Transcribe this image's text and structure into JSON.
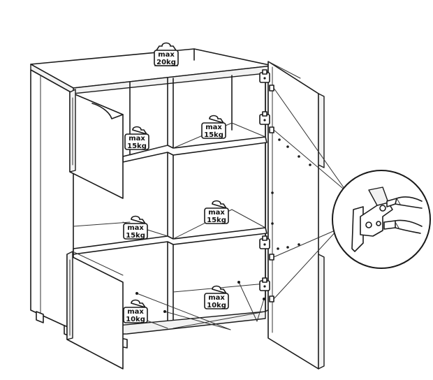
{
  "weight_labels": [
    {
      "id": "top",
      "line1": "max",
      "line2": "20kg"
    },
    {
      "id": "left-upper",
      "line1": "max",
      "line2": "15kg"
    },
    {
      "id": "right-upper",
      "line1": "max",
      "line2": "15kg"
    },
    {
      "id": "left-middle",
      "line1": "max",
      "line2": "15kg"
    },
    {
      "id": "right-middle",
      "line1": "max",
      "line2": "15kg"
    },
    {
      "id": "left-bottom",
      "line1": "max",
      "line2": "10kg"
    },
    {
      "id": "right-bottom",
      "line1": "max",
      "line2": "10kg"
    }
  ]
}
